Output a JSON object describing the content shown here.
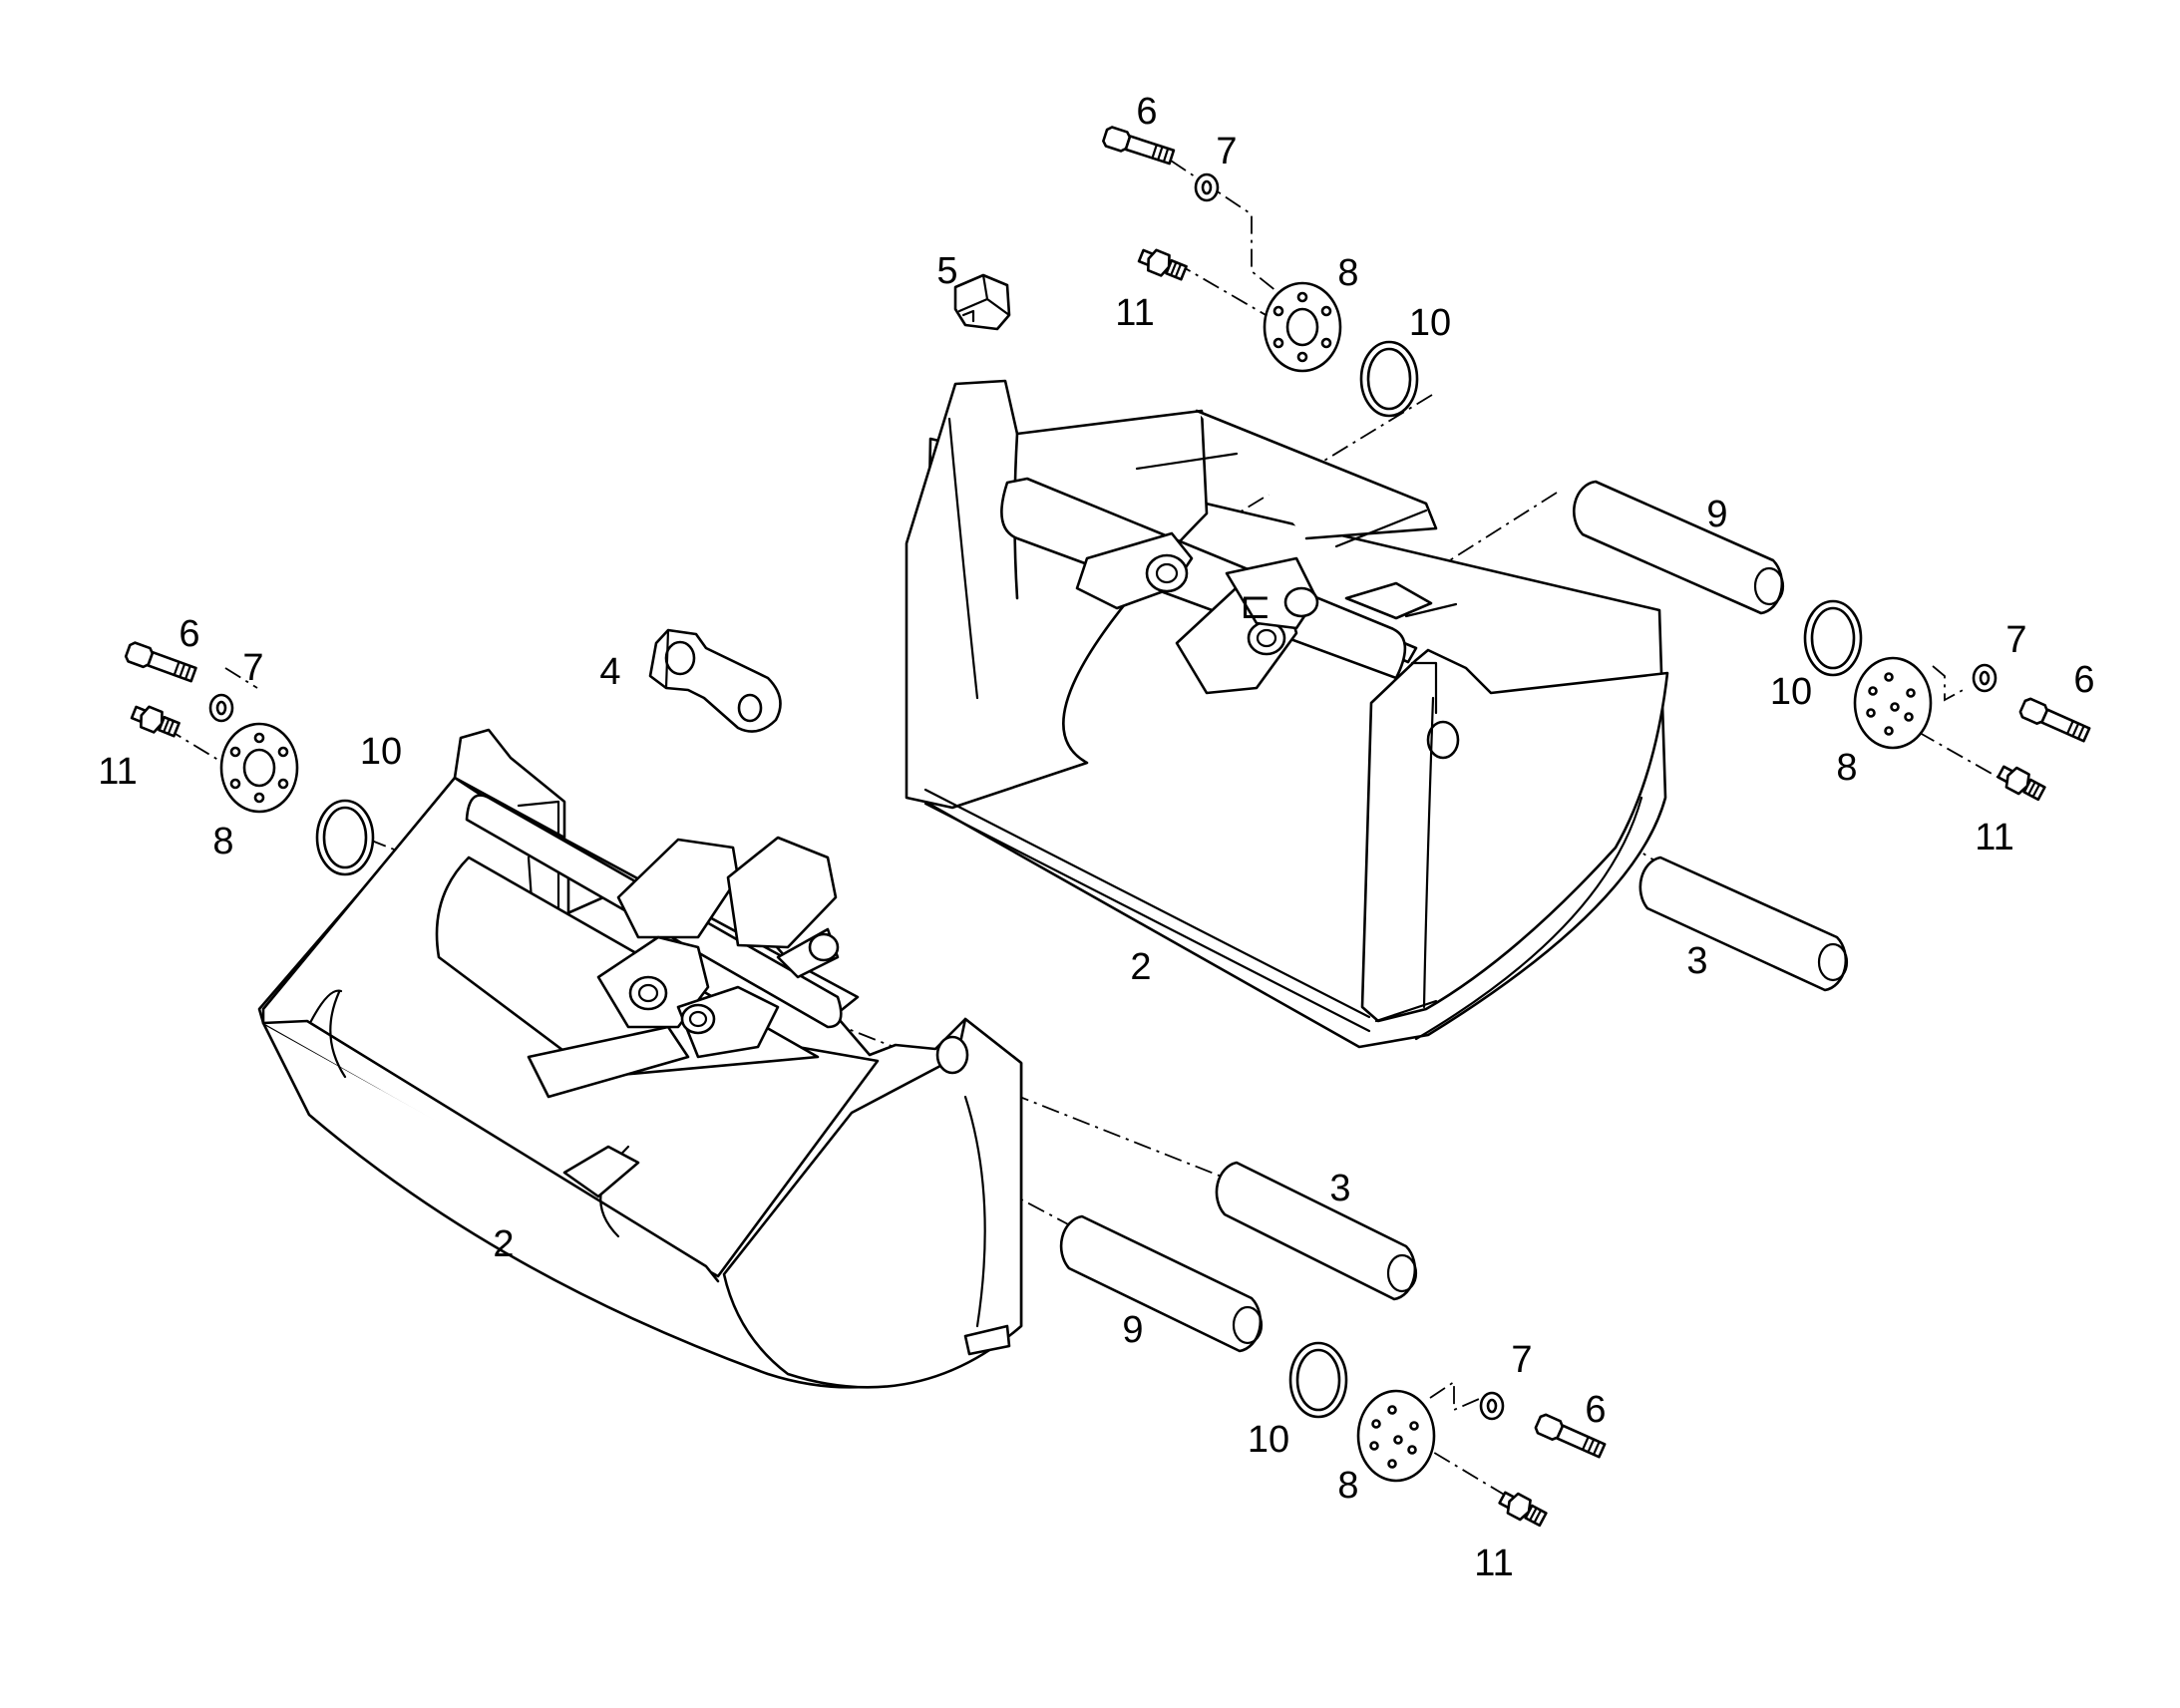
{
  "colors": {
    "line": "#000000",
    "background": "#ffffff"
  },
  "parts": {
    "bucket": "2",
    "pin_long": "3",
    "link": "4",
    "cap": "5",
    "bolt": "6",
    "washer": "7",
    "plate": "8",
    "pin_short": "9",
    "o_ring": "10",
    "grease_nipple": "11"
  }
}
